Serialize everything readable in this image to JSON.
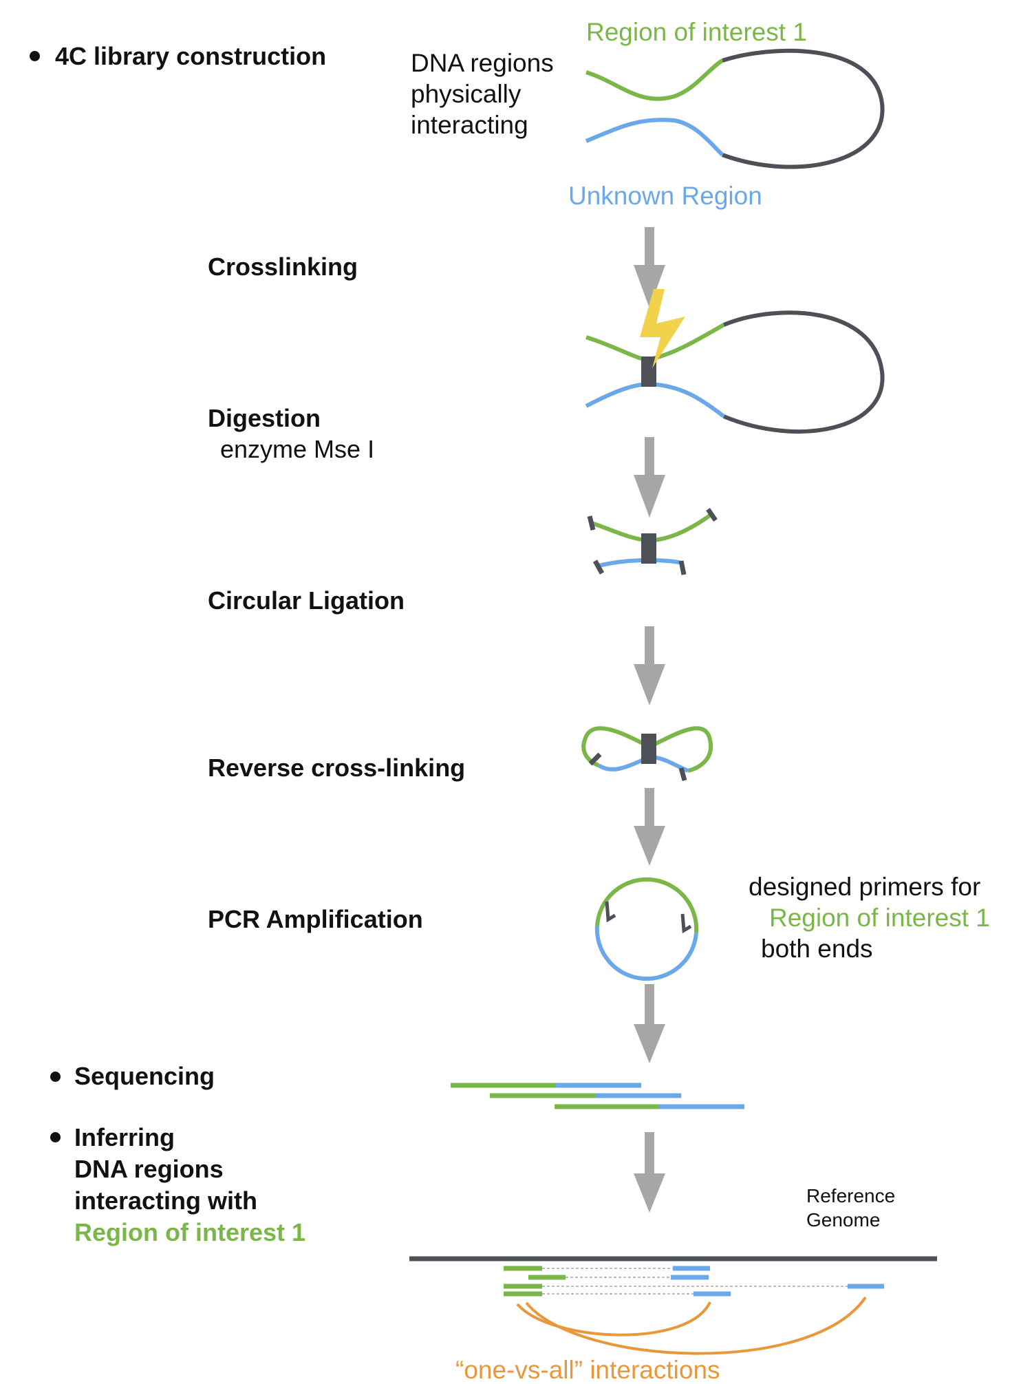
{
  "steps": {
    "library": "4C library construction",
    "crosslinking": "Crosslinking",
    "digestion": "Digestion",
    "digestion_enzyme": "enzyme Mse I",
    "circular_ligation": "Circular Ligation",
    "reverse_crosslinking": "Reverse cross-linking",
    "pcr": "PCR Amplification",
    "sequencing": "Sequencing",
    "inferring_1": "Inferring",
    "inferring_2": "DNA regions",
    "inferring_3": "interacting with",
    "inferring_4": "Region of interest 1"
  },
  "top": {
    "roi_label": "Region of interest 1",
    "dna_line1": "DNA regions",
    "dna_line2": "physically",
    "dna_line3": "interacting",
    "unknown_label": "Unknown Region"
  },
  "pcr_note": {
    "line1": "designed primers for",
    "line2": "Region of interest 1",
    "line3": "both ends"
  },
  "genome": {
    "line1": "Reference",
    "line2": "Genome"
  },
  "interactions_label": "“one-vs-all” interactions",
  "colors": {
    "green": "#7ab648",
    "blue": "#6aa8ea",
    "dark": "#4d5157",
    "arrow": "#a6a6a6",
    "orange": "#e8983a",
    "bolt": "#f2d24a"
  }
}
